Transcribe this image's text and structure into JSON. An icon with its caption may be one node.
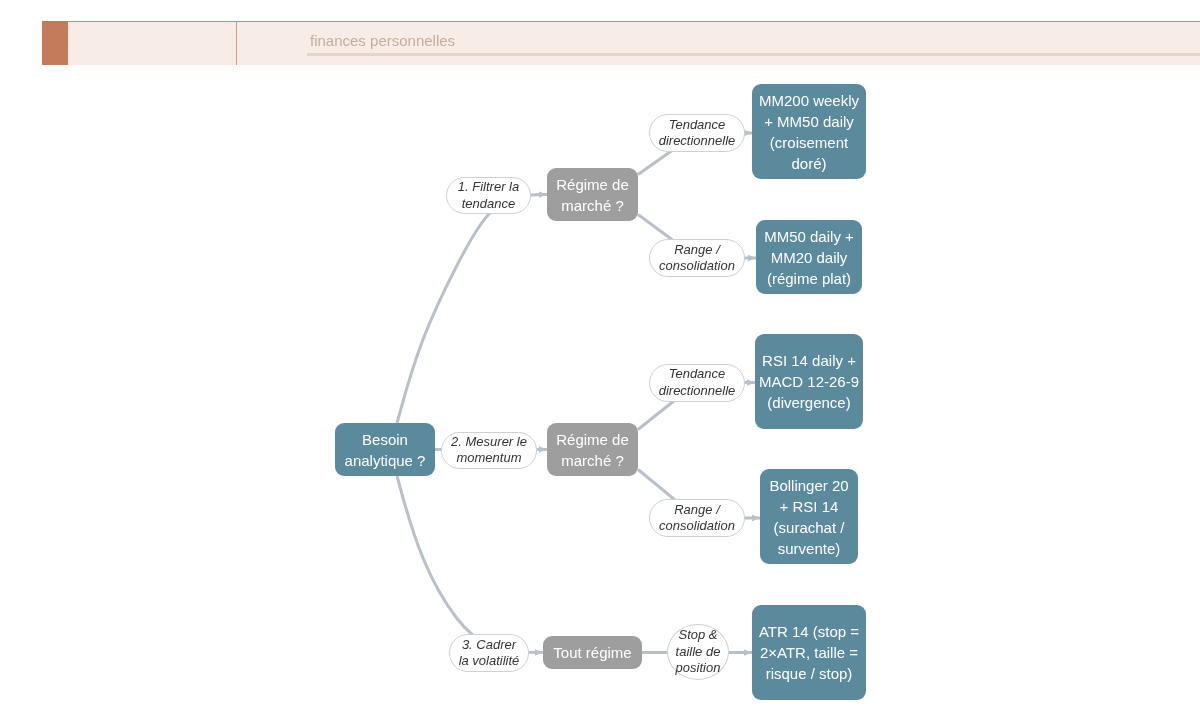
{
  "diagram": {
    "nodes": [
      {
        "text": [
          "Besoin analytique ?"
        ]
      },
      {
        "text": [
          "Régime de marché ?"
        ]
      },
      {
        "text": [
          "Régime de marché ?"
        ]
      },
      {
        "text": [
          "Tout régime"
        ]
      },
      {
        "text": [
          "MM200 weekly + MM50 daily (croisement doré)"
        ]
      },
      {
        "text": [
          "MM50 daily + MM20 daily (régime plat)"
        ]
      },
      {
        "text": [
          "RSI 14 daily + MACD 12-26-9 (divergence)"
        ]
      },
      {
        "text": [
          "Bollinger 20 + RSI 14 (surachat / survente)"
        ]
      },
      {
        "text": [
          "ATR 14 (stop = 2×ATR, taille = risque / stop)"
        ]
      }
    ],
    "edges": [
      {
        "from": 0,
        "to": 1,
        "arrow": "to",
        "label": "1. Filtrer la tendance"
      },
      {
        "from": 0,
        "to": 2,
        "arrow": "to",
        "label": "2. Mesurer le momentum"
      },
      {
        "from": 0,
        "to": 3,
        "arrow": "to",
        "label": "3. Cadrer la volatilité"
      },
      {
        "from": 1,
        "to": 4,
        "arrow": "to",
        "label": "Tendance directionnelle"
      },
      {
        "from": 1,
        "to": 5,
        "arrow": "to",
        "label": "Range / consolidation"
      },
      {
        "from": 2,
        "to": 6,
        "arrow": "to",
        "label": "Tendance directionnelle"
      },
      {
        "from": 2,
        "to": 7,
        "arrow": "to",
        "label": "Range / consolidation"
      },
      {
        "from": 3,
        "to": 8,
        "arrow": "to",
        "label": "Stop & taille de position"
      }
    ],
    "labels": [
      "finances personnelles"
    ]
  }
}
